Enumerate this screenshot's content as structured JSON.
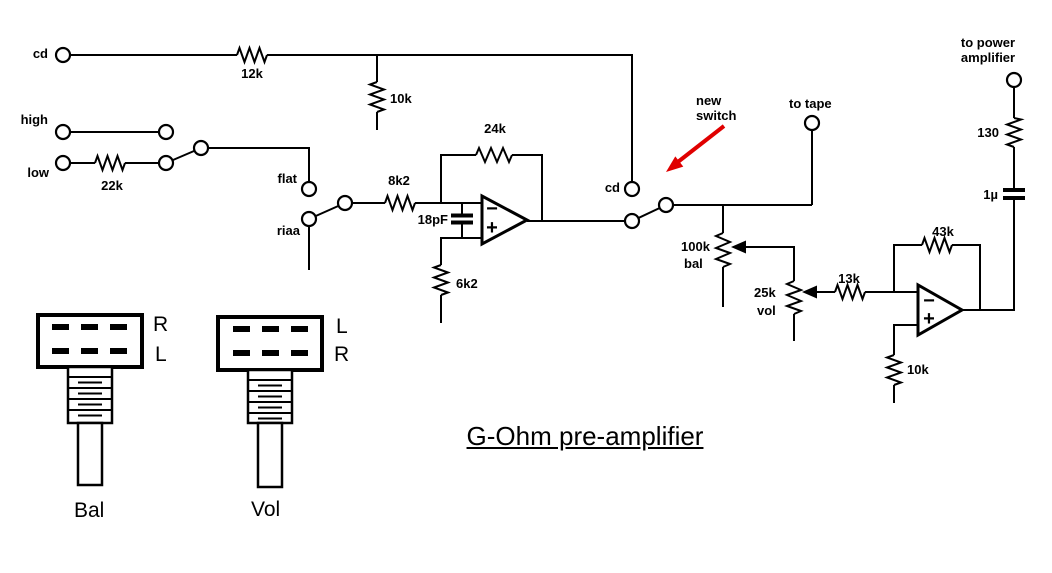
{
  "title": "G-Ohm pre-amplifier",
  "colors": {
    "ink": "#000000",
    "annotation_red": "#e00000",
    "background": "#ffffff"
  },
  "terminals": {
    "cd_input": "cd",
    "high": "high",
    "low": "low",
    "flat": "flat",
    "riaa": "riaa",
    "cd_switch": "cd",
    "to_tape": "to tape",
    "to_power_line1": "to power",
    "to_power_line2": "amplifier"
  },
  "annotation": {
    "new_switch_line1": "new",
    "new_switch_line2": "switch"
  },
  "components": {
    "r12k": "12k",
    "r10k_cd": "10k",
    "r22k": "22k",
    "r8k2": "8k2",
    "c18pf": "18pF",
    "r24k": "24k",
    "r6k2": "6k2",
    "pot100k_value": "100k",
    "pot100k_name": "bal",
    "pot25k_value": "25k",
    "pot25k_name": "vol",
    "r13k": "13k",
    "r43k": "43k",
    "r10k_opamp2": "10k",
    "r130": "130",
    "c1u": "1µ"
  },
  "opamp": {
    "minus": "−",
    "plus": "+"
  },
  "pots": {
    "bal": {
      "name": "Bal",
      "row1": "R",
      "row2": "L"
    },
    "vol": {
      "name": "Vol",
      "row1": "L",
      "row2": "R"
    }
  }
}
